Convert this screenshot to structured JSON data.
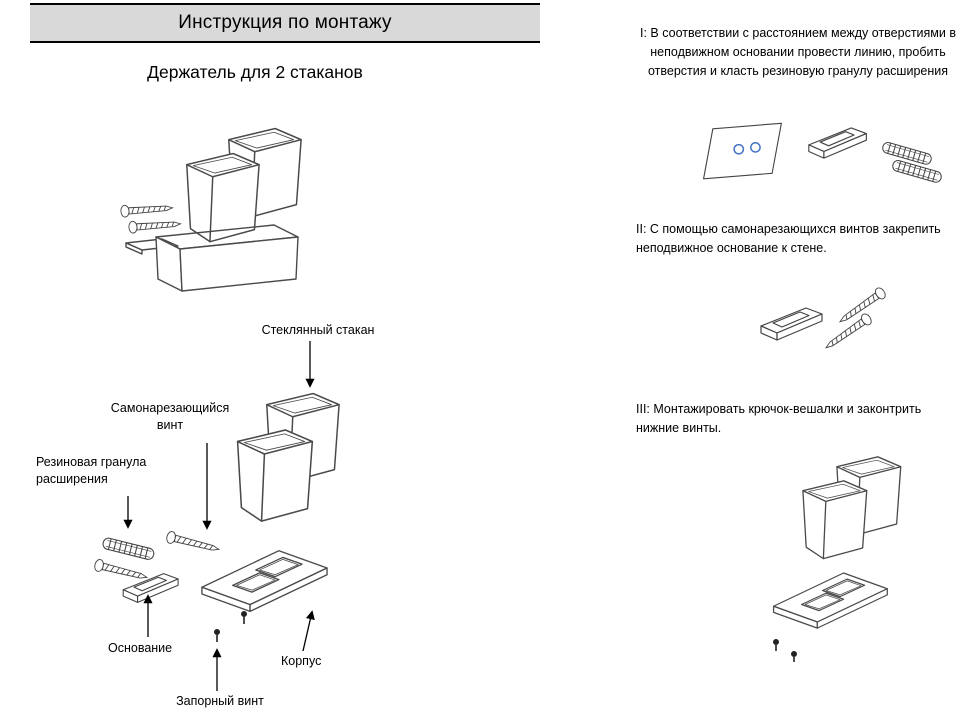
{
  "header": {
    "title": "Инструкция по монтажу"
  },
  "product": {
    "title": "Держатель для 2 стаканов"
  },
  "part_labels": {
    "glass_cup": "Стеклянный стакан",
    "self_tapping_screw": "Самонарезающийся винт",
    "rubber_expansion_plug": "Резиновая гранула расширения",
    "base": "Основание",
    "body": "Корпус",
    "locking_screw": "Запорный винт"
  },
  "steps": [
    {
      "id": "I",
      "text": "I: В соответствии с расстоянием между отверстиями в неподвижном основании провести линию, пробить отверстия и класть резиновую гранулу расширения"
    },
    {
      "id": "II",
      "text": "II: С помощью самонарезающихся винтов закрепить неподвижное основание к стене."
    },
    {
      "id": "III",
      "text": "III: Монтажировать крючок-вешалки и законтрить нижние винты."
    }
  ],
  "colors": {
    "header_bg": "#d9d9d9",
    "hole_accent": "#4472c4",
    "line": "#4a4a4a"
  }
}
